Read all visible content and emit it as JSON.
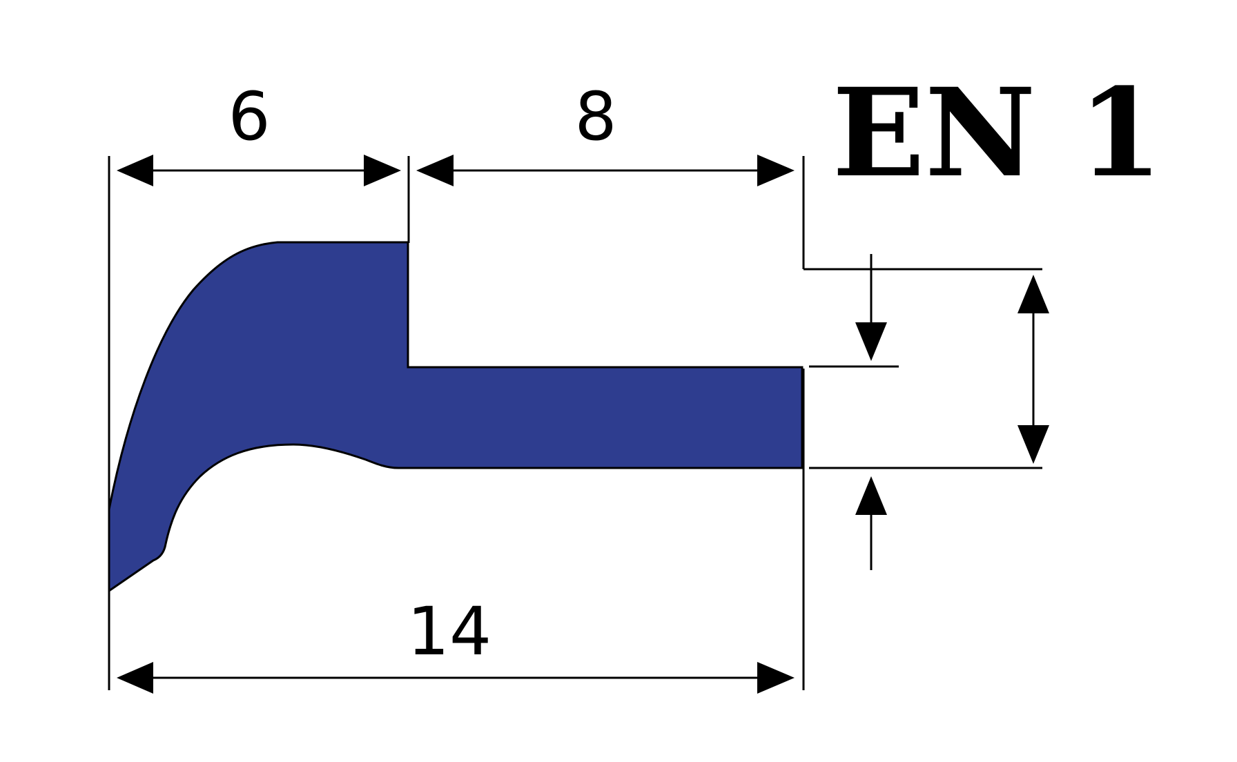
{
  "title": "EN 1",
  "dimensions": {
    "left_width": "6",
    "right_width": "8",
    "total_width": "14"
  },
  "colors": {
    "profile_fill": "#2e3d8f",
    "outline": "#000000",
    "background": "#ffffff"
  }
}
